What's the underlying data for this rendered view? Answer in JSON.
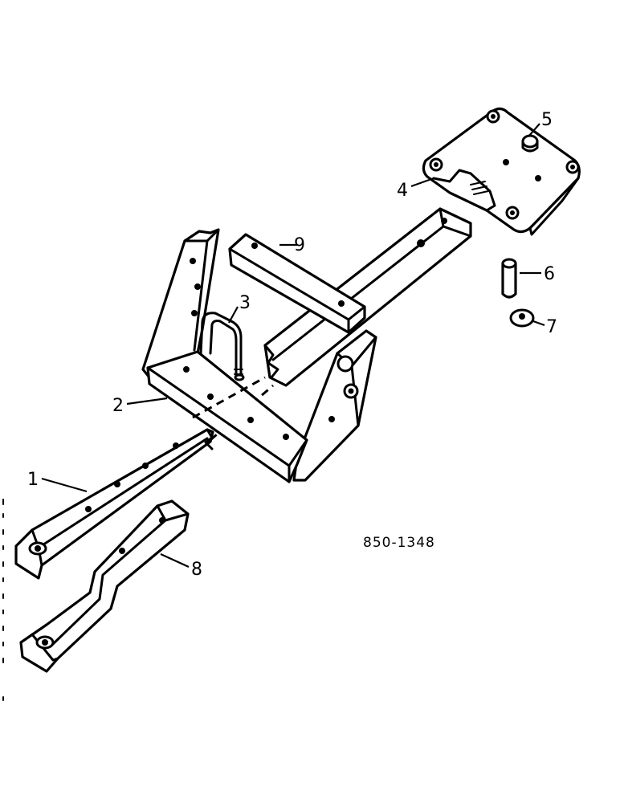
{
  "callouts": {
    "c1": "1",
    "c2": "2",
    "c3": "3",
    "c4": "4",
    "c5": "5",
    "c6": "6",
    "c7": "7",
    "c8": "8",
    "c9": "9"
  },
  "drawing_code": "850-1348"
}
